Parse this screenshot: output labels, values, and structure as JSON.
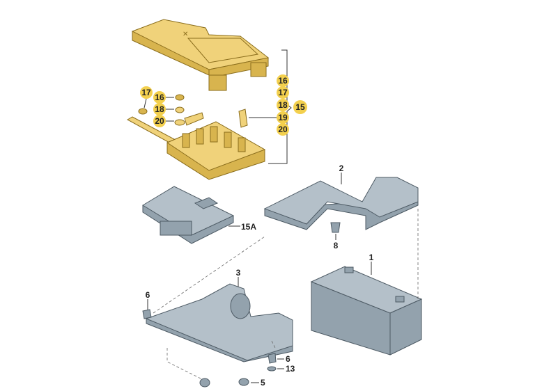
{
  "diagram": {
    "colors": {
      "part_yellow": "#f0d27a",
      "part_grey": "#b4c0c9",
      "badge": "#f3d04e"
    },
    "labels": {
      "fuse_carrier_nut": "17",
      "fuse_carrier_16": "16",
      "fuse_carrier_18": "18",
      "fuse_carrier_20": "20",
      "kit_16": "16",
      "kit_17": "17",
      "kit_18": "18",
      "kit_19": "19",
      "kit_20": "20",
      "kit_15": "15",
      "bracket": "2",
      "bracket_bolt": "8",
      "tray": "15A",
      "battery": "1",
      "cover": "3",
      "cover_clip_left": "6",
      "cover_clip_right": "6",
      "washer": "13",
      "rivet": "5"
    }
  }
}
